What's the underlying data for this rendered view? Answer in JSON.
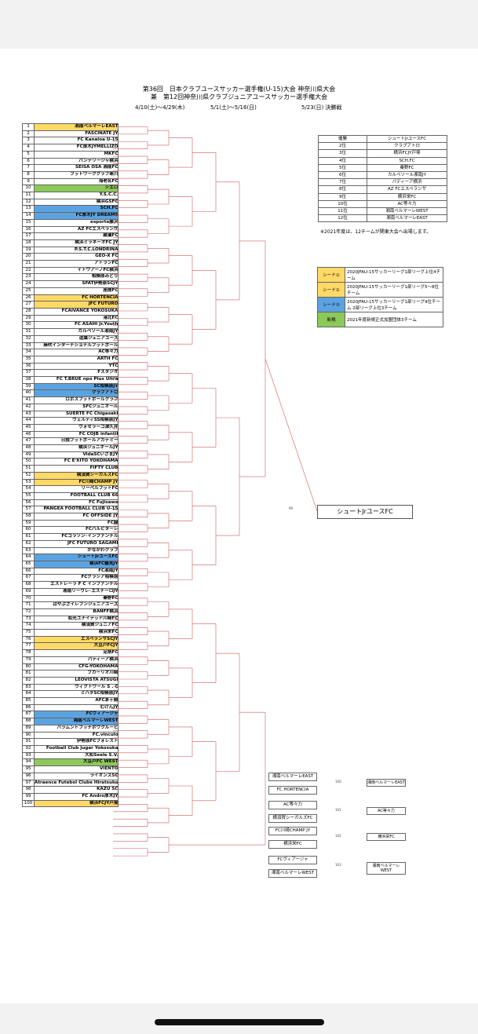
{
  "title": {
    "line1": "第36回　日本クラブユースサッカー選手権(U-15)大会 神奈川県大会",
    "line2": "兼　第12回神奈川県クラブジュニアユースサッカー選手権大会"
  },
  "dates": {
    "d1": "4/10(土)～4/29(木)",
    "d2": "5/1(土)～5/16(日)",
    "d3": "5/23(日) 決勝戦"
  },
  "teams": [
    {
      "no": "1",
      "name": "湘南ベルマーレEAST",
      "c": "y"
    },
    {
      "no": "2",
      "name": "FASCINATE JY",
      "c": ""
    },
    {
      "no": "3",
      "name": "FC Kanaloa U-15",
      "c": ""
    },
    {
      "no": "4",
      "name": "FC厚木JYMELLIZO",
      "c": ""
    },
    {
      "no": "5",
      "name": "MKFC",
      "c": ""
    },
    {
      "no": "6",
      "name": "パンデリージャ横浜",
      "c": ""
    },
    {
      "no": "7",
      "name": "SEISA OSA 湘南FC",
      "c": ""
    },
    {
      "no": "8",
      "name": "フットワーククラブ寒川",
      "c": ""
    },
    {
      "no": "9",
      "name": "海老名FC",
      "c": ""
    },
    {
      "no": "10",
      "name": "シエロ",
      "c": "g"
    },
    {
      "no": "11",
      "name": "Y.S.C.C.",
      "c": ""
    },
    {
      "no": "12",
      "name": "横浜GSFC",
      "c": ""
    },
    {
      "no": "13",
      "name": "SCH.FC",
      "c": "b"
    },
    {
      "no": "14",
      "name": "FC厚木JY DREAMS",
      "c": "b"
    },
    {
      "no": "15",
      "name": "esporte藤沢",
      "c": ""
    },
    {
      "no": "16",
      "name": "AZ FCエスペランサ",
      "c": ""
    },
    {
      "no": "17",
      "name": "綾瀬FC",
      "c": ""
    },
    {
      "no": "18",
      "name": "横浜ミラネーオFC JY",
      "c": ""
    },
    {
      "no": "19",
      "name": "P.S.T.C.LONDRINA",
      "c": ""
    },
    {
      "no": "20",
      "name": "GEO-X FC",
      "c": ""
    },
    {
      "no": "21",
      "name": "アトランFC",
      "c": ""
    },
    {
      "no": "22",
      "name": "イトウアーノFC横浜",
      "c": ""
    },
    {
      "no": "23",
      "name": "相模原みどり",
      "c": ""
    },
    {
      "no": "24",
      "name": "SFAT伊勢原SCJY",
      "c": ""
    },
    {
      "no": "25",
      "name": "座間FC",
      "c": ""
    },
    {
      "no": "26",
      "name": "FC HORTENCIA",
      "c": "y"
    },
    {
      "no": "27",
      "name": "JFC FUTURO",
      "c": "y"
    },
    {
      "no": "28",
      "name": "FCAIVANCE YOKOSUKA",
      "c": ""
    },
    {
      "no": "29",
      "name": "港北FC",
      "c": ""
    },
    {
      "no": "30",
      "name": "FC ASAHI Jr.Youth",
      "c": ""
    },
    {
      "no": "31",
      "name": "カルペソール湘南JY",
      "c": ""
    },
    {
      "no": "32",
      "name": "逗葉ジュニアユース",
      "c": ""
    },
    {
      "no": "33",
      "name": "麻吹インターナショナルフットボール",
      "c": ""
    },
    {
      "no": "34",
      "name": "AC等々力",
      "c": ""
    },
    {
      "no": "35",
      "name": "ARTH FC",
      "c": ""
    },
    {
      "no": "36",
      "name": "YTC",
      "c": ""
    },
    {
      "no": "37",
      "name": "Fスタジオ",
      "c": ""
    },
    {
      "no": "38",
      "name": "FC T.BRUE npo Plus Ultra",
      "c": ""
    },
    {
      "no": "39",
      "name": "SC相模原JY",
      "c": "b"
    },
    {
      "no": "40",
      "name": "クラブアトロ",
      "c": "b"
    },
    {
      "no": "41",
      "name": "ロボスフットボールクラブ",
      "c": ""
    },
    {
      "no": "42",
      "name": "SFCジュニオール",
      "c": ""
    },
    {
      "no": "43",
      "name": "SUERTE FC Chigasaki",
      "c": ""
    },
    {
      "no": "44",
      "name": "ヴェルディSS相模原JY",
      "c": ""
    },
    {
      "no": "45",
      "name": "ヴォセラーゴ津久井",
      "c": ""
    },
    {
      "no": "46",
      "name": "FC COJB infantil",
      "c": ""
    },
    {
      "no": "47",
      "name": "日独フットボールアカデミー",
      "c": ""
    },
    {
      "no": "48",
      "name": "横浜ジュニオールJY",
      "c": ""
    },
    {
      "no": "49",
      "name": "VidaSCいさまJY",
      "c": ""
    },
    {
      "no": "50",
      "name": "FC E'XITO YOKOHAMA",
      "c": ""
    },
    {
      "no": "51",
      "name": "FIFTY CLUB",
      "c": ""
    },
    {
      "no": "52",
      "name": "横須賀シーガルズFC",
      "c": "y"
    },
    {
      "no": "53",
      "name": "FC川崎CHAMP JY",
      "c": "y"
    },
    {
      "no": "54",
      "name": "リーベルフットFC",
      "c": ""
    },
    {
      "no": "55",
      "name": "FOOTBALL CLUB 66",
      "c": ""
    },
    {
      "no": "56",
      "name": "FC Fujisawa",
      "c": ""
    },
    {
      "no": "57",
      "name": "PANGEA FOOTBALL CLUB U-15",
      "c": ""
    },
    {
      "no": "58",
      "name": "FC OFFSIDE JY",
      "c": ""
    },
    {
      "no": "59",
      "name": "FC緑",
      "c": ""
    },
    {
      "no": "60",
      "name": "FCパルピターレ",
      "c": ""
    },
    {
      "no": "61",
      "name": "FCコラソン･インファンチル",
      "c": ""
    },
    {
      "no": "62",
      "name": "JFC FUTURO SAGAMI",
      "c": ""
    },
    {
      "no": "63",
      "name": "かながわクラブ",
      "c": ""
    },
    {
      "no": "64",
      "name": "シュートJrユースFC",
      "c": "b"
    },
    {
      "no": "65",
      "name": "横浜FC鶴見JY",
      "c": "b"
    },
    {
      "no": "66",
      "name": "FC湘南JY",
      "c": ""
    },
    {
      "no": "67",
      "name": "FCグラシア相模原",
      "c": ""
    },
    {
      "no": "68",
      "name": "エストレーラ F C インファンチル",
      "c": ""
    },
    {
      "no": "69",
      "name": "湘南リーヴレ･エスチーロJY",
      "c": ""
    },
    {
      "no": "70",
      "name": "秦野FC",
      "c": ""
    },
    {
      "no": "71",
      "name": "はやぶさイレブンジュニアユース",
      "c": ""
    },
    {
      "no": "72",
      "name": "BANFF横浜",
      "c": ""
    },
    {
      "no": "73",
      "name": "和光ユナイテッド川崎FC",
      "c": ""
    },
    {
      "no": "74",
      "name": "横須賀ジュニアFC",
      "c": ""
    },
    {
      "no": "75",
      "name": "横浜栄FC",
      "c": ""
    },
    {
      "no": "76",
      "name": "エスペランサSCJY",
      "c": "y"
    },
    {
      "no": "77",
      "name": "大豆戸FCJY",
      "c": "y"
    },
    {
      "no": "78",
      "name": "足柄FC",
      "c": ""
    },
    {
      "no": "79",
      "name": "パディーア横浜",
      "c": ""
    },
    {
      "no": "80",
      "name": "CFG-YOKOHAMA",
      "c": ""
    },
    {
      "no": "81",
      "name": "フカーリオ川崎",
      "c": ""
    },
    {
      "no": "82",
      "name": "LEOVISTA ATSUGI",
      "c": ""
    },
    {
      "no": "83",
      "name": "ヴィクトワール S . C",
      "c": ""
    },
    {
      "no": "84",
      "name": "ミハタSC相模原JY",
      "c": ""
    },
    {
      "no": "85",
      "name": "AFC茅ヶ崎",
      "c": ""
    },
    {
      "no": "86",
      "name": "むげんJY",
      "c": ""
    },
    {
      "no": "87",
      "name": "FCヴィアージャ",
      "c": "b"
    },
    {
      "no": "88",
      "name": "湘南ベルマーレWEST",
      "c": "b"
    },
    {
      "no": "89",
      "name": "パラムントフッチボウクルービ",
      "c": ""
    },
    {
      "no": "90",
      "name": "FC.vinculo",
      "c": ""
    },
    {
      "no": "91",
      "name": "伊勢原FCフォレスト",
      "c": ""
    },
    {
      "no": "92",
      "name": "Football Club Jugar Yokosuka",
      "c": ""
    },
    {
      "no": "93",
      "name": "大和Seele S.V.",
      "c": ""
    },
    {
      "no": "94",
      "name": "大豆戸FC WEST",
      "c": "g"
    },
    {
      "no": "95",
      "name": "VIENTO",
      "c": ""
    },
    {
      "no": "96",
      "name": "ライオンズSC",
      "c": ""
    },
    {
      "no": "97",
      "name": "Atraence Futebol Clube Hiratsuka",
      "c": ""
    },
    {
      "no": "98",
      "name": "KAZU SC",
      "c": ""
    },
    {
      "no": "99",
      "name": "FC Andro厚木JY",
      "c": ""
    },
    {
      "no": "100",
      "name": "横浜FCJY戸塚",
      "c": "y"
    }
  ],
  "rankings": [
    [
      "優勝",
      "シュートJrユースFC"
    ],
    [
      "2位",
      "クラブアトロ"
    ],
    [
      "3位",
      "横浜FCJY戸塚"
    ],
    [
      "4位",
      "SCH.FC"
    ],
    [
      "5位",
      "秦野FC"
    ],
    [
      "6位",
      "カルペソール湘南JY"
    ],
    [
      "7位",
      "パディーア横浜"
    ],
    [
      "8位",
      "AZ FCエスペランサ"
    ],
    [
      "9位",
      "横浜栄FC"
    ],
    [
      "10位",
      "AC等々力"
    ],
    [
      "11位",
      "湘南ベルマーレWEST"
    ],
    [
      "12位",
      "湘南ベルマーレEAST"
    ]
  ],
  "note": "※2021年度は、12チームが関東大会へ出場します。",
  "seeds": [
    {
      "label": "シード①",
      "desc": "2020JFAU-15サッカーリーグ1部リーグ上位4チーム",
      "c": "y"
    },
    {
      "label": "シード②",
      "desc": "2020JFAU-15サッカーリーグ1部リーグ5～8位チーム",
      "c": "y"
    },
    {
      "label": "シード③",
      "desc": "2020JFAU-15サッカーリーグ1部リーグ9位チーム 2部リーグ上位3チーム",
      "c": "b"
    },
    {
      "label": "新規",
      "desc": "2021年度新規正式加盟団体3チーム",
      "c": "g"
    }
  ],
  "champion": "シュートJrユースFC",
  "match_nums": {
    "m99": "99",
    "m100": "100",
    "m101": "101",
    "m102": "102",
    "m103": "103"
  },
  "finals": [
    {
      "a": "湘南ベルマーレEAST",
      "b": "FC HORTENCIA",
      "w": "湘南ベルマーレEAST",
      "n": "100"
    },
    {
      "a": "AC等々力",
      "b": "横須賀シーガルズFC",
      "w": "AC等々力",
      "n": "101"
    },
    {
      "a": "FC川崎CHAMP JY",
      "b": "横浜栄FC",
      "w": "横浜栄FC",
      "n": "102"
    },
    {
      "a": "FCヴィアージャ",
      "b": "湘南ベルマーレWEST",
      "w": "湘南ベルマーレ WEST",
      "n": "103"
    }
  ]
}
